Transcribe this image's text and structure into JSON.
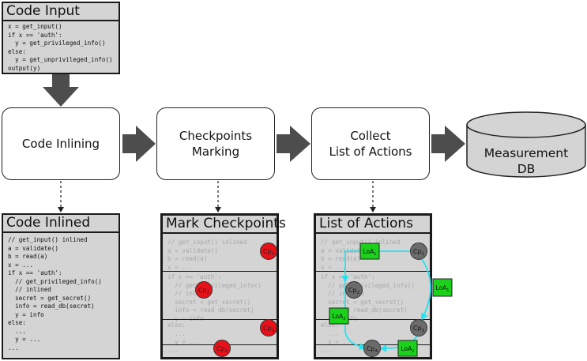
{
  "code_input": {
    "title": "Code Input",
    "lines": [
      "x = get_input()",
      "if x == 'auth':",
      "  y = get_privileged_info()",
      "else:",
      "  y = get_unprivileged_info()",
      "output(y)"
    ]
  },
  "steps": [
    {
      "label": "Code Inlining"
    },
    {
      "label": "Checkpoints\nMarking"
    },
    {
      "label": "Collect\nList of Actions"
    }
  ],
  "database": {
    "label": "Measurement\nDB"
  },
  "code_inlined": {
    "title": "Code Inlined",
    "lines": [
      "// get_input() inlined",
      "a = validate()",
      "b = read(a)",
      "x = ...",
      "if x == 'auth':",
      "  // get_privileged_info()",
      "  // inlined",
      "  secret = get_secret()",
      "  info = read_db(secret)",
      "  y = info",
      "else:",
      "  ...",
      "  y = ...",
      "..."
    ]
  },
  "mark_checkpoints": {
    "title": "Mark Checkpoints",
    "sections": [
      [
        "// get_input() inlined",
        "a = validate()",
        "b = read(a)",
        "x = ..."
      ],
      [
        "if x == 'auth':",
        "  // get_privileged_info()",
        "  // inlined",
        "  secret = get_secret()",
        "  info = read_db(secret)",
        "  y = info"
      ],
      [
        "else:",
        "  ...",
        "  y = ..."
      ],
      [
        "..."
      ]
    ],
    "checkpoints": [
      "Cp1",
      "Cp2",
      "Cp3",
      "Cp4"
    ]
  },
  "list_of_actions": {
    "title": "List of Actions",
    "sections": [
      [
        "// get_input() inlined",
        "a = validate()",
        "b = read(a)",
        "x = ..."
      ],
      [
        "if x == 'auth':",
        "  // get_privileged_info()",
        "  // inlined",
        "  secret = get_secret()",
        "  info = read_db(secret)",
        "  y = info"
      ],
      [
        "else:",
        "  ...",
        "  y = ..."
      ],
      [
        "..."
      ]
    ],
    "checkpoints": [
      "Cp1",
      "Cp2",
      "Cp3",
      "Cp4"
    ],
    "actions": [
      "LoA1",
      "LoA1",
      "LoA2",
      "LoA2"
    ]
  },
  "colors": {
    "panel_bg": "#d4d4d4",
    "arrow": "#4d4d4d",
    "checkpoint_red": "#e8111a",
    "checkpoint_grey": "#6b6b6b",
    "action_green": "#1bd11b",
    "flow_cyan": "#22e3ef"
  }
}
